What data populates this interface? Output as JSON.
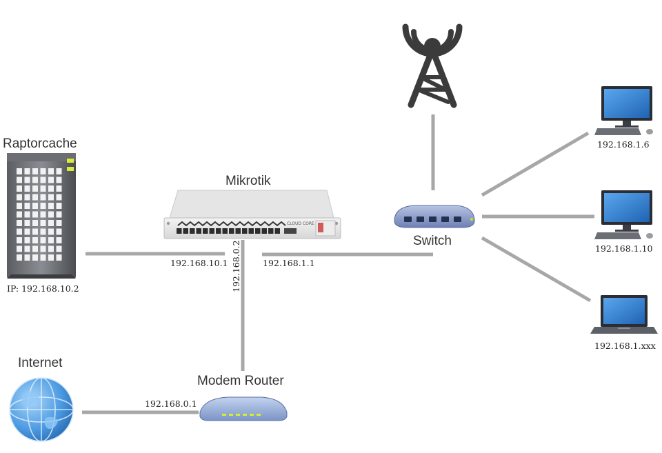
{
  "nodes": {
    "raptorcache": {
      "label": "Raptorcache",
      "ip": "IP: 192.168.10.2"
    },
    "mikrotik": {
      "label": "Mikrotik",
      "faceplate_text": "CLOUD CORE"
    },
    "switch": {
      "label": "Switch"
    },
    "modem": {
      "label": "Modem Router"
    },
    "internet": {
      "label": "Internet"
    },
    "tower": {
      "icon": "radio-tower-icon"
    },
    "pc1": {
      "ip": "192.168.1.6"
    },
    "pc2": {
      "ip": "192.168.1.10"
    },
    "laptop": {
      "ip": "192.168.1.xxx"
    }
  },
  "links": {
    "mikrotik_raptorcache": "192.168.10.1",
    "mikrotik_modem": "192.168.0.2",
    "mikrotik_switch": "192.168.1.1",
    "modem_internet": "192.168.0.1"
  },
  "colors": {
    "link": "#a7a7a7",
    "led_green": "#c6e61e",
    "switch_blue": "#7b8fc0",
    "globe_blue": "#3e8fd8",
    "monitor_screen": "#2f7fcf"
  }
}
